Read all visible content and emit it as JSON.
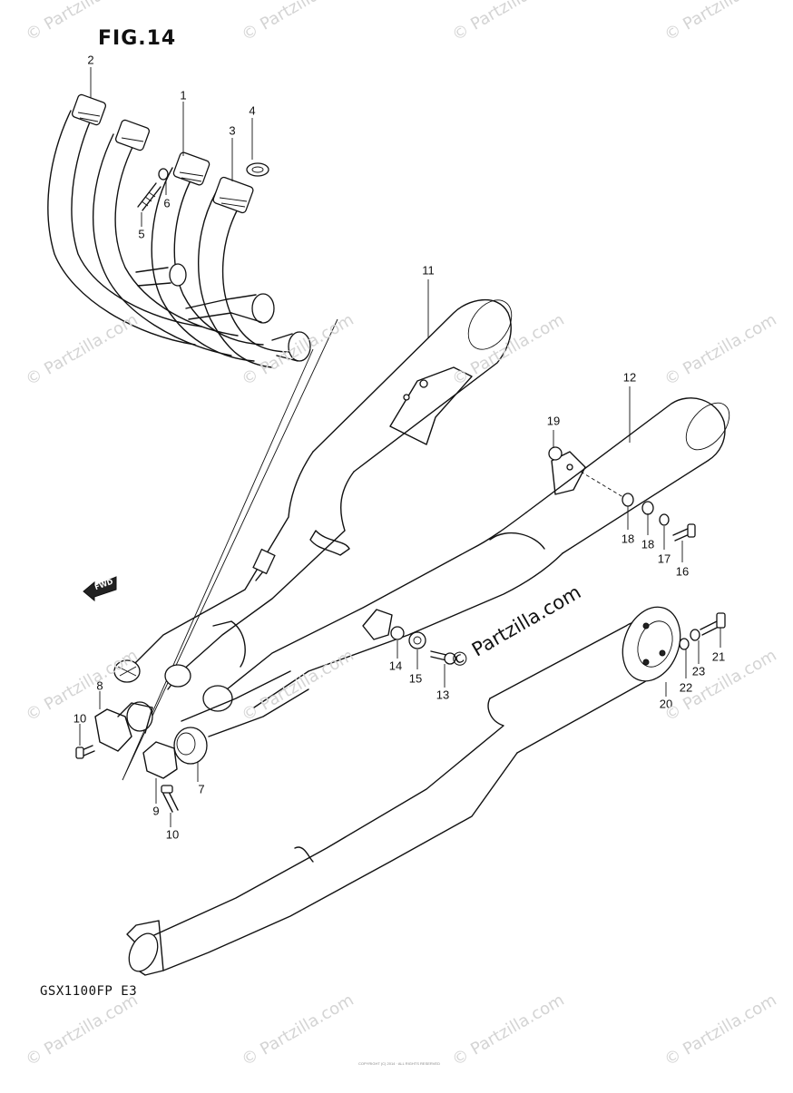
{
  "figure": {
    "title": "FIG.14",
    "model": "GSX1100FP  E3"
  },
  "watermark": {
    "text": "© Partzilla.com"
  },
  "fwd_label": "FWD",
  "footer_text": "COPYRIGHT (C) 2014 · ALL RIGHTS RESERVED",
  "callouts": [
    {
      "id": "2",
      "label": "2"
    },
    {
      "id": "1",
      "label": "1"
    },
    {
      "id": "4",
      "label": "4"
    },
    {
      "id": "3",
      "label": "3"
    },
    {
      "id": "6",
      "label": "6"
    },
    {
      "id": "5",
      "label": "5"
    },
    {
      "id": "11",
      "label": "11"
    },
    {
      "id": "12",
      "label": "12"
    },
    {
      "id": "19",
      "label": "19"
    },
    {
      "id": "18a",
      "label": "18"
    },
    {
      "id": "18b",
      "label": "18"
    },
    {
      "id": "17",
      "label": "17"
    },
    {
      "id": "16",
      "label": "16"
    },
    {
      "id": "8",
      "label": "8"
    },
    {
      "id": "10a",
      "label": "10"
    },
    {
      "id": "14",
      "label": "14"
    },
    {
      "id": "15",
      "label": "15"
    },
    {
      "id": "13",
      "label": "13"
    },
    {
      "id": "21",
      "label": "21"
    },
    {
      "id": "23",
      "label": "23"
    },
    {
      "id": "22",
      "label": "22"
    },
    {
      "id": "20",
      "label": "20"
    },
    {
      "id": "7",
      "label": "7"
    },
    {
      "id": "9",
      "label": "9"
    },
    {
      "id": "10b",
      "label": "10"
    }
  ]
}
